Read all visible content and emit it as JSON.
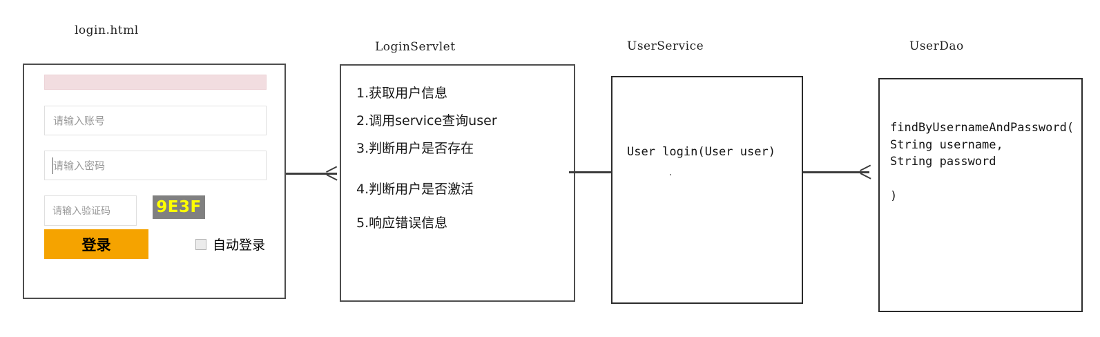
{
  "diagram": {
    "nodes": [
      {
        "title": "login.html",
        "kind": "ui-mockup"
      },
      {
        "title": "LoginServlet",
        "kind": "step-list",
        "steps": [
          "1.获取用户信息",
          "2.调用service查询user",
          "3.判断用户是否存在",
          "4.判断用户是否激活",
          "5.响应错误信息"
        ]
      },
      {
        "title": "UserService",
        "kind": "code",
        "signature": "User login(User user)"
      },
      {
        "title": "UserDao",
        "kind": "code",
        "signature": "findByUsernameAndPassword(\nString username,\nString password\n\n)"
      }
    ],
    "connectors": [
      {
        "from": "login.html",
        "to": "LoginServlet",
        "arrow": "open"
      },
      {
        "from": "LoginServlet",
        "to": "UserService",
        "arrow": "none"
      },
      {
        "from": "UserService",
        "to": "UserDao",
        "arrow": "open"
      }
    ]
  },
  "login_form": {
    "alert_banner_text": "",
    "username_placeholder": "请输入账号",
    "password_placeholder": "请输入密码",
    "captcha_placeholder": "请输入验证码",
    "captcha_code": "9E3F",
    "submit_label": "登录",
    "autologin_label": "自动登录",
    "autologin_checked": false
  },
  "colors": {
    "alert_banner": "#f2dde0",
    "submit_button": "#f5a300",
    "captcha_background": "#808080",
    "captcha_text": "#ffff00",
    "box_border": "#4d4d4d",
    "connector": "#3c3c3c"
  }
}
